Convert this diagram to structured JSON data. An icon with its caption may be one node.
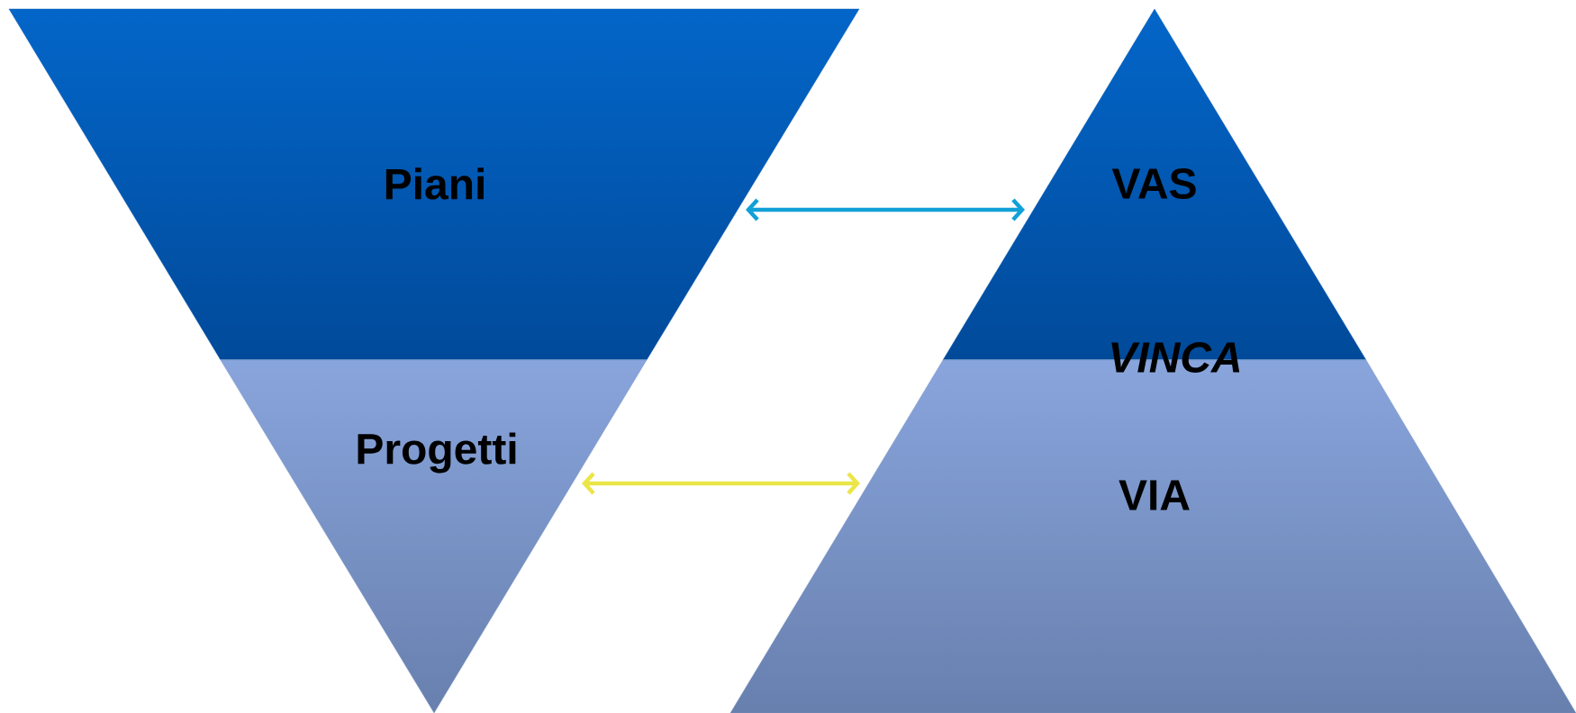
{
  "diagram": {
    "nodes": [
      {
        "text": [
          "Piani"
        ]
      },
      {
        "text": [
          "Progetti"
        ]
      },
      {
        "text": [
          "VAS"
        ]
      },
      {
        "text": [
          "VIA"
        ]
      }
    ],
    "edges": [
      {
        "from": 0,
        "to": 2,
        "arrow": "both",
        "color": "#12a0d8"
      },
      {
        "from": 1,
        "to": 3,
        "arrow": "both",
        "color": "#ebe547"
      }
    ],
    "labels": [
      "VINCA"
    ]
  }
}
